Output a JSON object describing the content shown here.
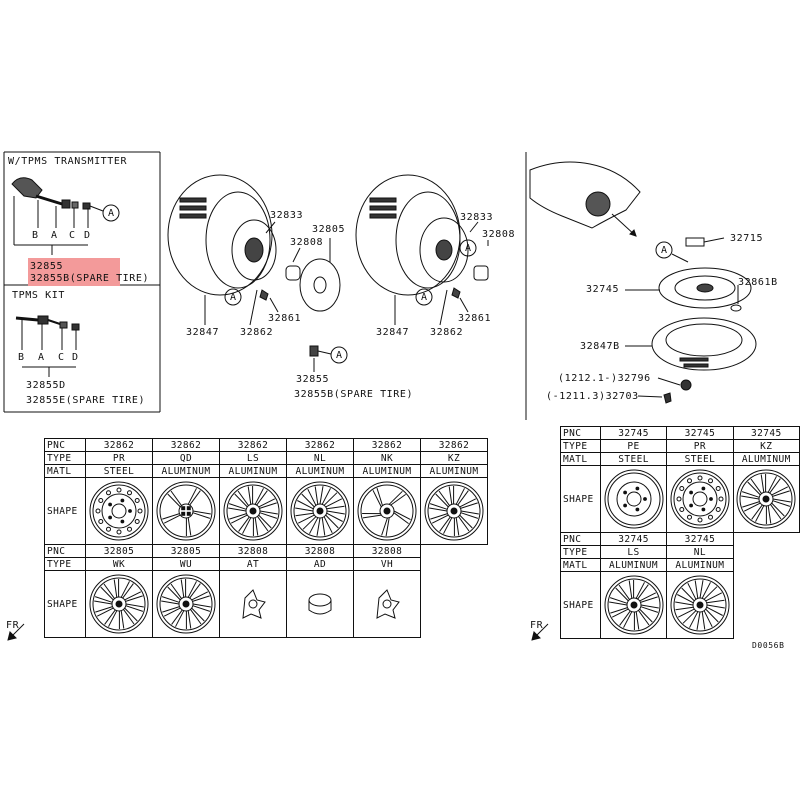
{
  "labels": {
    "tpms_transmitter": "W/TPMS TRANSMITTER",
    "p32855": "32855",
    "p32855b_spare": "32855B(SPARE TIRE)",
    "tpms_kit": "TPMS KIT",
    "p32855d": "32855D",
    "p32855e_spare": "32855E(SPARE TIRE)",
    "letters": [
      "B",
      "A",
      "C",
      "D"
    ],
    "circle_a": "A",
    "p32833": "32833",
    "p32808": "32808",
    "p32805": "32805",
    "p32847": "32847",
    "p32862": "32862",
    "p32861": "32861",
    "p32855_mid": "32855",
    "p32855b_mid": "32855B(SPARE TIRE)",
    "p32715": "32715",
    "p32745": "32745",
    "p32861b": "32861B",
    "p32847b": "32847B",
    "p32796": "(1212.1-)32796",
    "p32703": "(-1211.3)32703",
    "fr": "FR",
    "diagram_code": "D0056B"
  },
  "left_table": {
    "row_headers": {
      "pnc": "PNC",
      "type": "TYPE",
      "matl": "MATL",
      "shape": "SHAPE"
    },
    "group1": [
      {
        "pnc": "32862",
        "type": "PR",
        "matl": "STEEL",
        "icon": "steel-wheel-icon"
      },
      {
        "pnc": "32862",
        "type": "QD",
        "matl": "ALUMINUM",
        "icon": "alloy-wheel-icon"
      },
      {
        "pnc": "32862",
        "type": "LS",
        "matl": "ALUMINUM",
        "icon": "alloy-wheel-icon"
      },
      {
        "pnc": "32862",
        "type": "NL",
        "matl": "ALUMINUM",
        "icon": "alloy-wheel-icon"
      },
      {
        "pnc": "32862",
        "type": "NK",
        "matl": "ALUMINUM",
        "icon": "alloy-wheel-icon"
      },
      {
        "pnc": "32862",
        "type": "KZ",
        "matl": "ALUMINUM",
        "icon": "alloy-wheel-icon"
      }
    ],
    "group2": [
      {
        "pnc": "32805",
        "type": "WK",
        "icon": "wheel-cover-icon"
      },
      {
        "pnc": "32805",
        "type": "WU",
        "icon": "wheel-cover-icon"
      },
      {
        "pnc": "32808",
        "type": "AT",
        "icon": "lug-cap-icon"
      },
      {
        "pnc": "32808",
        "type": "AD",
        "icon": "center-cap-icon"
      },
      {
        "pnc": "32808",
        "type": "VH",
        "icon": "lug-cap-icon"
      }
    ]
  },
  "right_table": {
    "row_headers": {
      "pnc": "PNC",
      "type": "TYPE",
      "matl": "MATL",
      "shape": "SHAPE"
    },
    "group1": [
      {
        "pnc": "32745",
        "type": "PE",
        "matl": "STEEL",
        "icon": "steel-wheel-icon"
      },
      {
        "pnc": "32745",
        "type": "PR",
        "matl": "STEEL",
        "icon": "steel-wheel-icon"
      },
      {
        "pnc": "32745",
        "type": "KZ",
        "matl": "ALUMINUM",
        "icon": "alloy-wheel-icon"
      }
    ],
    "group2": [
      {
        "pnc": "32745",
        "type": "LS",
        "matl": "ALUMINUM",
        "icon": "alloy-wheel-icon"
      },
      {
        "pnc": "32745",
        "type": "NL",
        "matl": "ALUMINUM",
        "icon": "alloy-wheel-icon"
      }
    ]
  },
  "colors": {
    "highlight": "#f39a9a",
    "ink": "#111111"
  }
}
